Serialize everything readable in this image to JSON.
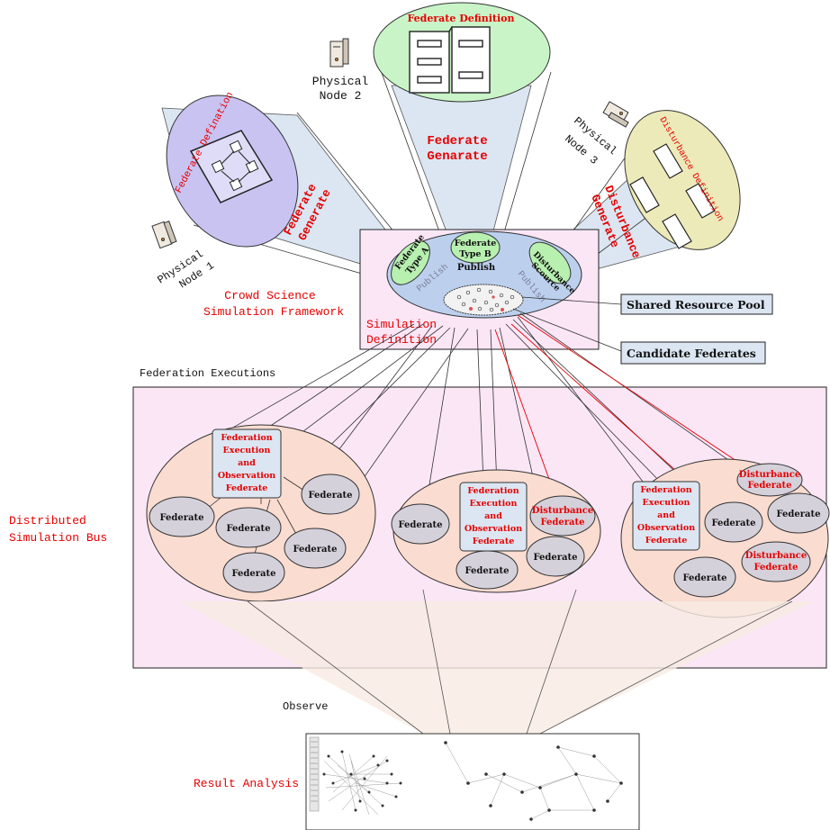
{
  "colors": {
    "accent_red": "#e60000",
    "lavender": "#c9c3f2",
    "mint": "#c9f4c7",
    "khaki": "#eceab9",
    "pale_blue": "#dbe6f2",
    "peach": "#fadcd0",
    "pink_panel": "#fbe6f6",
    "federate_gray": "#d5d1db",
    "green_pill": "#b8f0b0"
  },
  "icons": {
    "computer": "computer-tower-icon",
    "cabinet": "filing-cabinet-icon",
    "box": "cube-icon",
    "network": "network-graph-icon"
  },
  "top": {
    "node1": {
      "line1": "Physical",
      "line2": "Node 1",
      "def": "Federate Defination",
      "gen": "Federate\nGenerate"
    },
    "node2": {
      "line1": "Physical",
      "line2": "Node 2",
      "def": "Federate Definition",
      "gen_line1": "Federate",
      "gen_line2": "Genarate"
    },
    "node3": {
      "line1": "Physical",
      "line2": "Node 3",
      "def": "Disturbance Definition",
      "gen_line1": "Disturbance",
      "gen_line2": "Generate"
    }
  },
  "framework": {
    "label_line1": "Crowd Science",
    "label_line2": "Simulation Framework",
    "sim_def_line1": "Simulation",
    "sim_def_line2": "Definition",
    "type_a_line1": "Federate",
    "type_a_line2": "Type A",
    "type_b_line1": "Federate",
    "type_b_line2": "Type B",
    "publish_main": "Publish",
    "publish_left": "Publish",
    "publish_right": "Publish",
    "dist_line1": "Disturbance",
    "dist_line2": "Scource",
    "shared_pool": "Shared Resource Pool",
    "candidates": "Candidate Federates"
  },
  "executions": {
    "title": "Federation Executions",
    "bus_line1": "Distributed",
    "bus_line2": "Simulation Bus",
    "feo_lines": [
      "Federation",
      "Execution",
      "and",
      "Observation",
      "Federate"
    ],
    "federate": "Federate",
    "dist_line1": "Disturbance",
    "dist_line2": "Federate"
  },
  "bottom": {
    "observe": "Observe",
    "result": "Result Analysis"
  }
}
